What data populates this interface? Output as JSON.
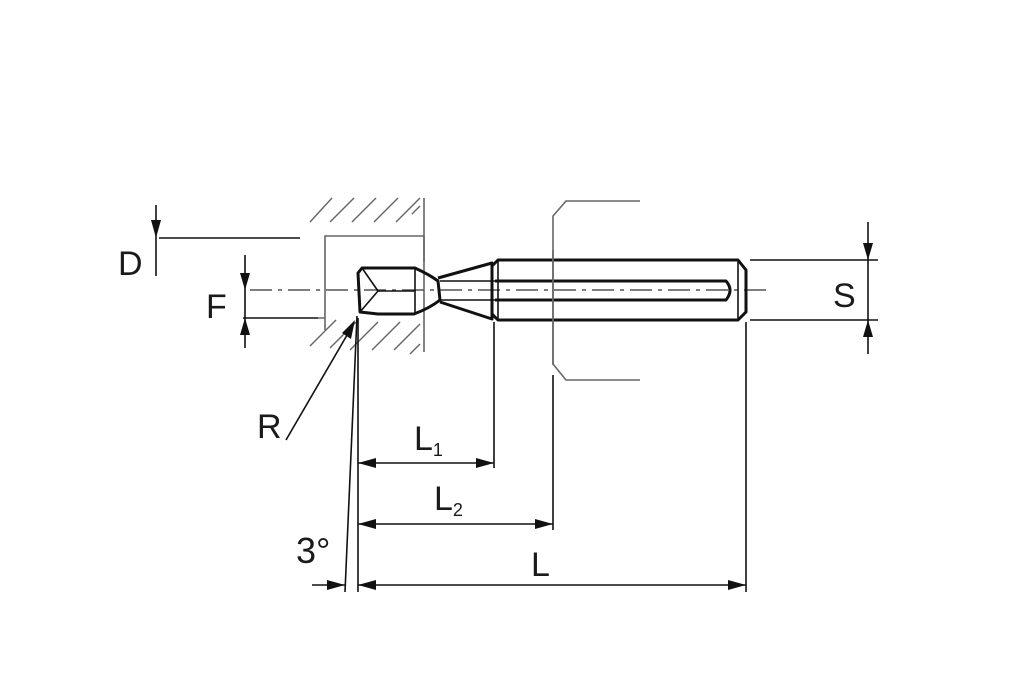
{
  "labels": {
    "D": "D",
    "F": "F",
    "S": "S",
    "R": "R",
    "L1_main": "L",
    "L1_sub": "1",
    "L2_main": "L",
    "L2_sub": "2",
    "L": "L",
    "angle": "3°"
  }
}
